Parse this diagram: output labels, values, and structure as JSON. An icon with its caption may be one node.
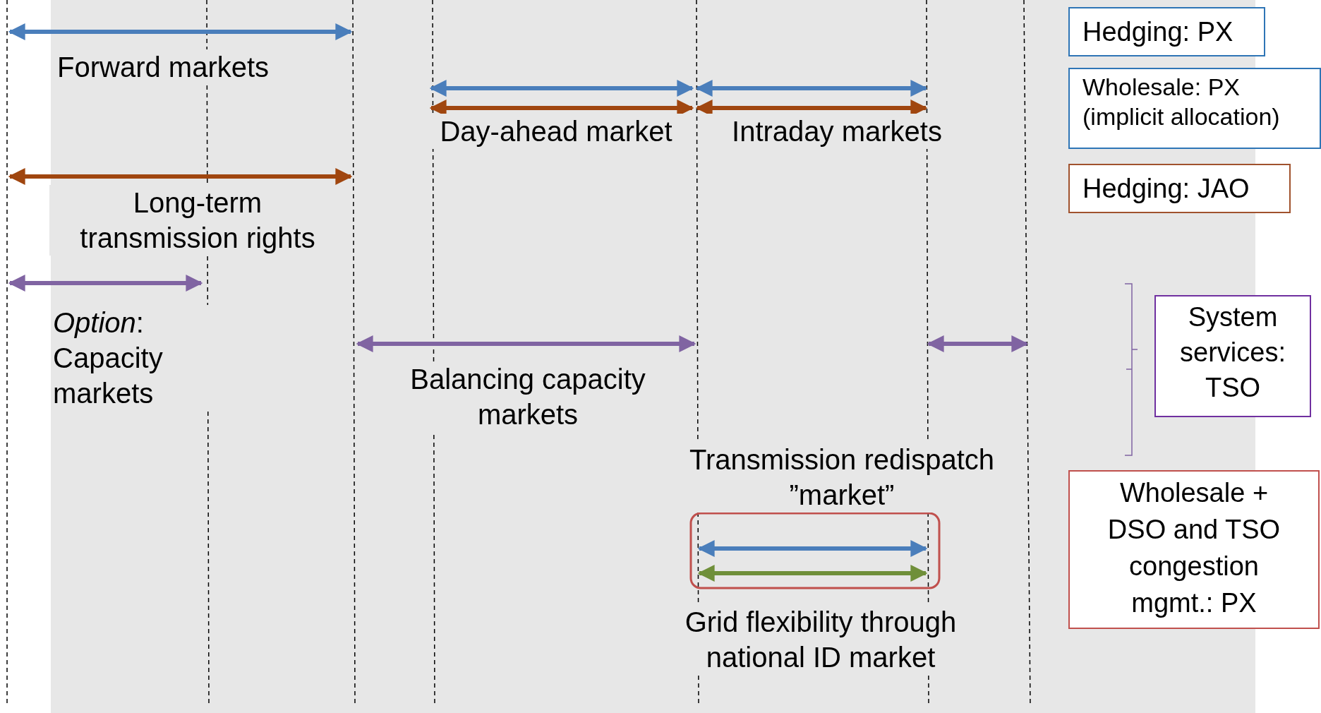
{
  "diagram": {
    "labels": [
      "Forward markets",
      "Day-ahead market",
      "Intraday markets",
      "Long-term transmission rights",
      "*Option*: Capacity markets",
      "Balancing capacity markets",
      "Transmission redispatch ”market”",
      "Grid flexibility through national ID market"
    ],
    "legend": [
      {
        "text": "Hedging:  PX",
        "color": "#2e75b6"
      },
      {
        "text": "Wholesale: PX (implicit allocation)",
        "color": "#2e75b6"
      },
      {
        "text": "Hedging:  JAO",
        "color": "#a0522d"
      },
      {
        "text": "System services: TSO",
        "color": "#7030a0"
      },
      {
        "text": "Wholesale + DSO and TSO congestion mgmt.: PX",
        "color": "#c0504d"
      }
    ]
  }
}
